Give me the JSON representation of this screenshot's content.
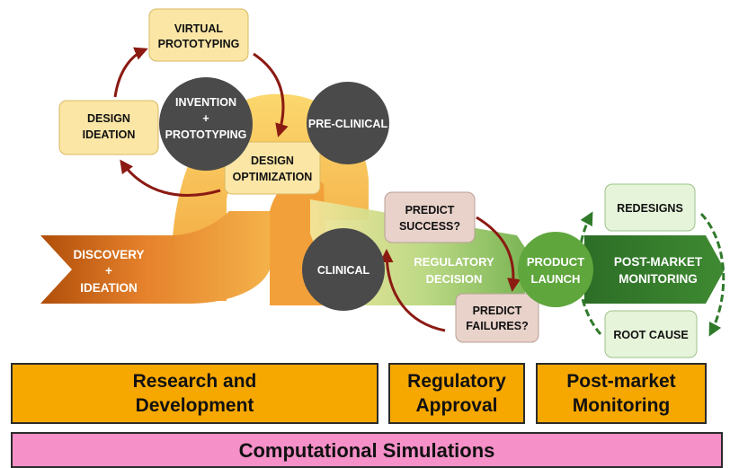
{
  "nodes": {
    "virtual_prototyping": [
      "VIRTUAL",
      "PROTOTYPING"
    ],
    "design_ideation": [
      "DESIGN",
      "IDEATION"
    ],
    "invention_prototyping": [
      "INVENTION",
      "+",
      "PROTOTYPING"
    ],
    "pre_clinical": "PRE-CLINICAL",
    "design_optimization": [
      "DESIGN",
      "OPTIMIZATION"
    ],
    "discovery_ideation": [
      "DISCOVERY",
      "+",
      "IDEATION"
    ],
    "clinical": "CLINICAL",
    "predict_success": [
      "PREDICT",
      "SUCCESS?"
    ],
    "regulatory_decision": [
      "REGULATORY",
      "DECISION"
    ],
    "predict_failures": [
      "PREDICT",
      "FAILURES?"
    ],
    "product_launch": [
      "PRODUCT",
      "LAUNCH"
    ],
    "redesigns": "REDESIGNS",
    "post_market_monitoring": [
      "POST-MARKET",
      "MONITORING"
    ],
    "root_cause": "ROOT CAUSE"
  },
  "phases": {
    "research": [
      "Research and",
      "Development"
    ],
    "regulatory": [
      "Regulatory",
      "Approval"
    ],
    "postmarket": [
      "Post-market",
      "Monitoring"
    ]
  },
  "simulations": "Computational Simulations",
  "colors": {
    "orange_dark": "#c25a0a",
    "orange": "#ee9a2e",
    "yellow": "#f9d67a",
    "green_light": "#cfe3a0",
    "green": "#5fa63c",
    "green_dark": "#2f7a2a",
    "node_yellow": "#fbe6a6",
    "node_pink": "#e8d2ca",
    "node_green": "#e6f4da",
    "circle_dark": "#4a4a4a",
    "arrow_red": "#8b1a12",
    "arrow_green": "#2f7a2a",
    "phase_box": "#f7a800",
    "sim_bar": "#f590c8"
  }
}
